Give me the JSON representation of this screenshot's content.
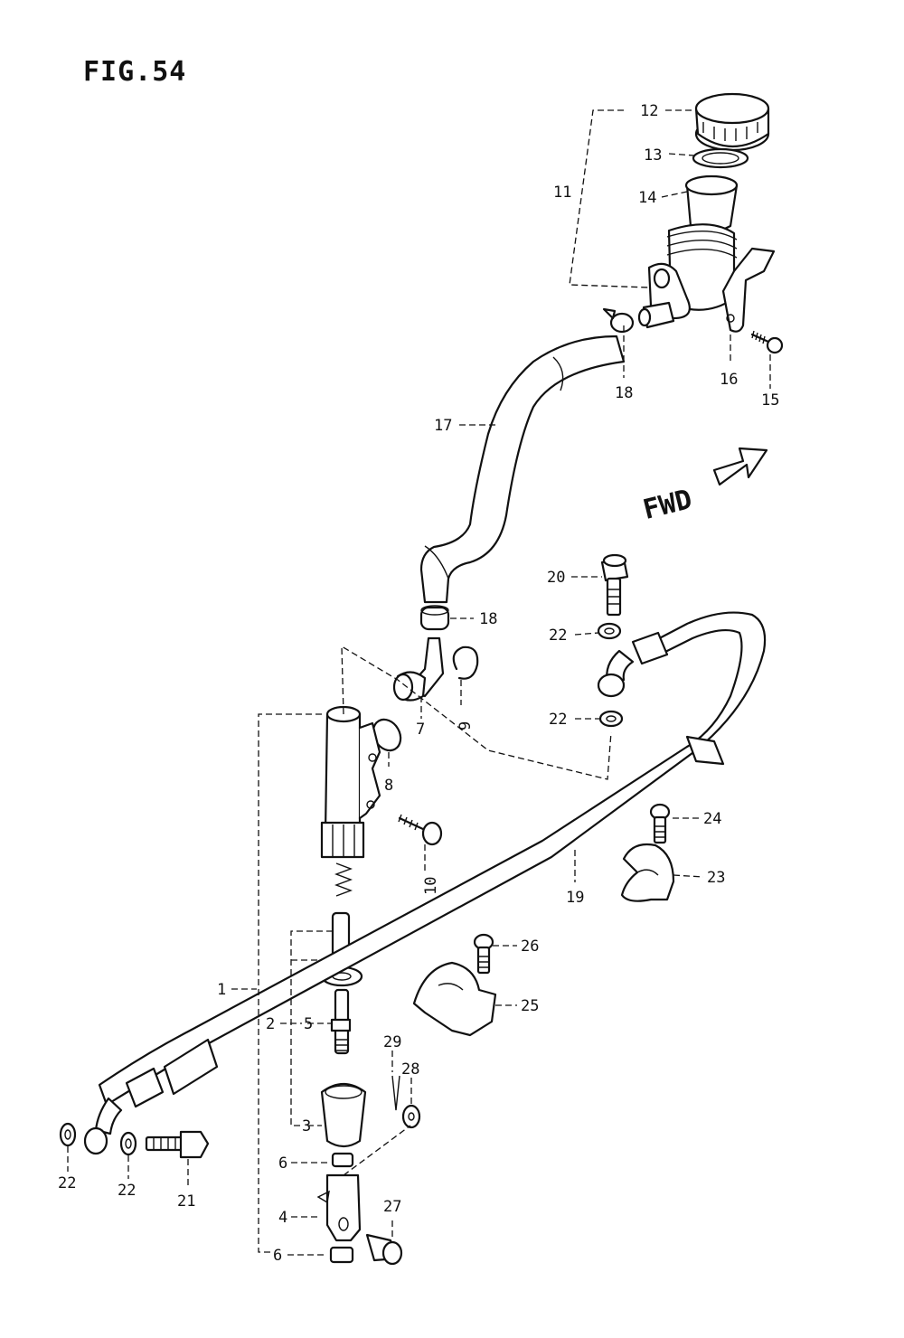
{
  "figure": {
    "title": "FIG.54",
    "direction_label": "FWD",
    "direction_icon": "forward-arrow-icon"
  },
  "callouts": {
    "c1": "1",
    "c2": "2",
    "c3": "3",
    "c4": "4",
    "c5": "5",
    "c6a": "6",
    "c6b": "6",
    "c7": "7",
    "c8": "8",
    "c9": "9",
    "c10": "10",
    "c11": "11",
    "c12": "12",
    "c13": "13",
    "c14": "14",
    "c15": "15",
    "c16": "16",
    "c17": "17",
    "c18a": "18",
    "c18b": "18",
    "c19": "19",
    "c20": "20",
    "c21": "21",
    "c22a": "22",
    "c22b": "22",
    "c22c": "22",
    "c22d": "22",
    "c23": "23",
    "c24": "24",
    "c25": "25",
    "c26": "26",
    "c27": "27",
    "c28": "28",
    "c29": "29"
  }
}
